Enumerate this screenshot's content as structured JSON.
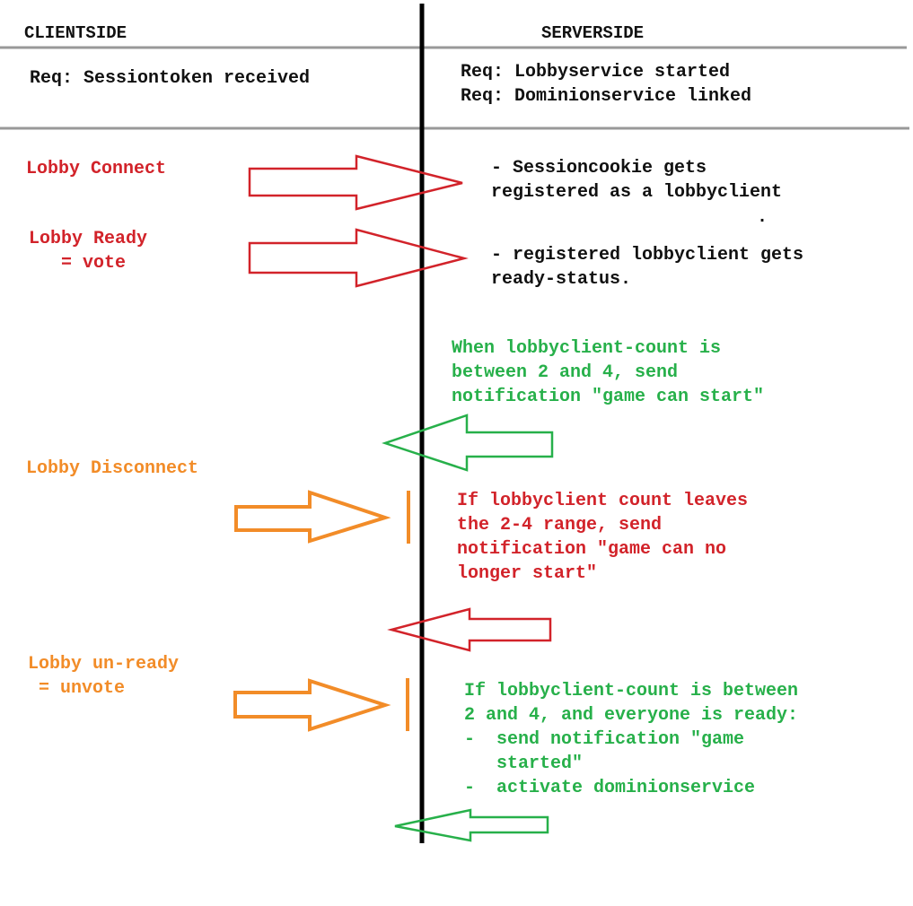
{
  "headers": {
    "client": "CLIENTSIDE",
    "server": "SERVERSIDE"
  },
  "requirements": {
    "client": [
      "Req: Sessiontoken received"
    ],
    "server": [
      "Req: Lobbyservice started",
      "Req: Dominionservice linked"
    ]
  },
  "client_actions": {
    "connect": [
      "Lobby Connect"
    ],
    "ready": [
      "Lobby Ready",
      "   = vote"
    ],
    "disconnect": [
      "Lobby Disconnect"
    ],
    "unready": [
      "Lobby un-ready",
      " = unvote"
    ]
  },
  "server_actions": {
    "connect": [
      "- Sessioncookie gets",
      "registered as a lobbyclient"
    ],
    "stray_dot": ".",
    "ready": [
      "- registered lobbyclient gets",
      "ready-status."
    ],
    "can_start": [
      "When lobbyclient-count is",
      "between 2 and 4, send",
      "notification \"game can start\""
    ],
    "cannot_start": [
      "If lobbyclient count leaves",
      "the 2-4 range, send",
      "notification \"game can no",
      "longer start\""
    ],
    "started": [
      "If lobbyclient-count is between",
      "2 and 4, and everyone is ready:",
      "-  send notification \"game",
      "   started\"",
      "-  activate dominionservice"
    ]
  },
  "colors": {
    "red": "#d2232a",
    "green": "#27b04a",
    "orange": "#f28c28",
    "black": "#111111",
    "divider": "#999999"
  }
}
